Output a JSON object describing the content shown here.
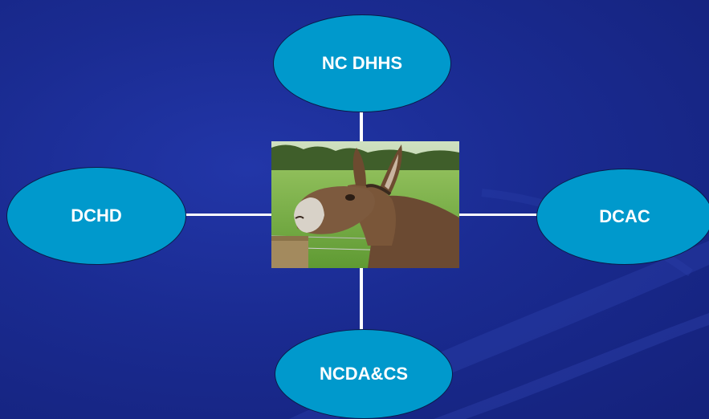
{
  "diagram": {
    "nodes": [
      {
        "id": "top",
        "label": "NC DHHS"
      },
      {
        "id": "left",
        "label": "DCHD"
      },
      {
        "id": "right",
        "label": "DCAC"
      },
      {
        "id": "bottom",
        "label": "NCDA&CS"
      }
    ],
    "center_image": {
      "subject": "donkey-photo"
    },
    "colors": {
      "background": "#1a2b91",
      "node_fill": "#0099cc",
      "connector": "#ffffff",
      "label_text": "#ffffff"
    }
  }
}
